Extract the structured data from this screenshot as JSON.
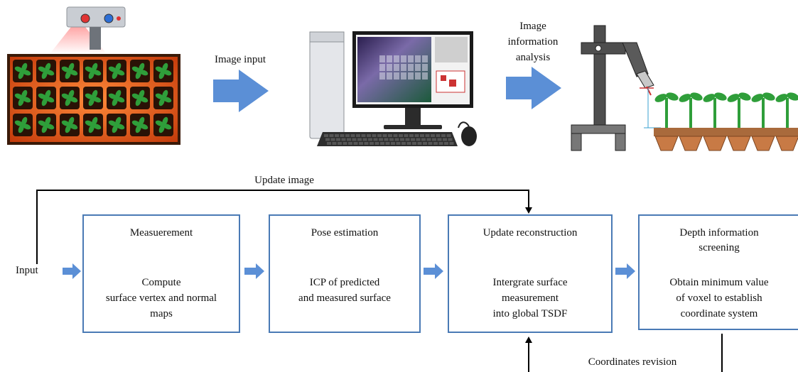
{
  "top_labels": {
    "image_input": "Image input",
    "image_info_line1": "Image",
    "image_info_line2": "information",
    "image_info_line3": "analysis"
  },
  "flow": {
    "update_image": "Update image",
    "input": "Input",
    "coordinates_revision": "Coordinates revision"
  },
  "boxes": [
    {
      "title": "Measuerement",
      "lines": [
        "Compute",
        "surface vertex and normal",
        "maps"
      ]
    },
    {
      "title": "Pose estimation",
      "lines": [
        "ICP of predicted",
        "and measured surface"
      ]
    },
    {
      "title": "Update reconstruction",
      "lines": [
        "Intergrate surface",
        "measurement",
        "into global TSDF"
      ]
    },
    {
      "title_lines": [
        "Depth information",
        "screening"
      ],
      "lines": [
        "Obtain minimum value",
        "of voxel to establish",
        "coordinate system"
      ]
    }
  ],
  "colors": {
    "box_border": "#4a7ab5",
    "arrow_fill": "#5b8fd6",
    "tray": "#e05a1c",
    "plant": "#2f9e3a",
    "pot": "#c87a45"
  }
}
